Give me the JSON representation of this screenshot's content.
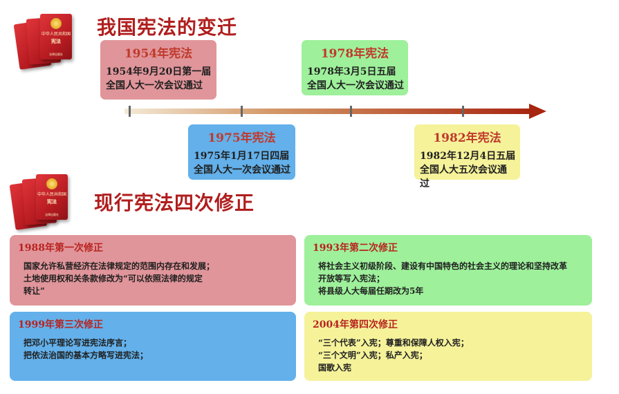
{
  "book": {
    "line1": "中华人民共和国",
    "line2": "宪法",
    "line3": "法律出版社"
  },
  "timeline": {
    "title": "我国宪法的变迁",
    "events": [
      {
        "title": "1954年宪法",
        "desc": "1954年9月20日第一届全国人大一次会议通过"
      },
      {
        "title": "1975年宪法",
        "desc": "1975年1月17日四届全国人大一次会议通过"
      },
      {
        "title": "1978年宪法",
        "desc": "1978年3月5日五届全国人大一次会议通过"
      },
      {
        "title": "1982年宪法",
        "desc": "1982年12月4日五届全国人大五次会议通过"
      }
    ]
  },
  "amendments": {
    "title": "现行宪法四次修正",
    "items": [
      {
        "title": "1988年第一次修正",
        "lines": [
          "国家允许私营经济在法律规定的范围内存在和发展；",
          "土地使用权和关条款修改为“可以依照法律的规定",
          "转让”"
        ]
      },
      {
        "title": "1993年第二次修正",
        "lines": [
          "将社会主义初级阶段、建设有中国特色的社会主义的理论和坚持改革",
          "开放等写入宪法；",
          "将县级人大每届任期改为5年"
        ]
      },
      {
        "title": "1999年第三次修正",
        "lines": [
          "把邓小平理论写进宪法序言；",
          "把依法治国的基本方略写进宪法；"
        ]
      },
      {
        "title": "2004年第四次修正",
        "lines": [
          "“三个代表”入宪；尊重和保障人权入宪；",
          "“三个文明”入宪；私产入宪；",
          "国歌入宪"
        ]
      }
    ]
  },
  "colors": {
    "pink": "#e0959a",
    "green": "#9ef09b",
    "blue": "#63b0ea",
    "yellow": "#f5f29a",
    "heading": "#b01e1e",
    "arrow": "#a8250f"
  }
}
